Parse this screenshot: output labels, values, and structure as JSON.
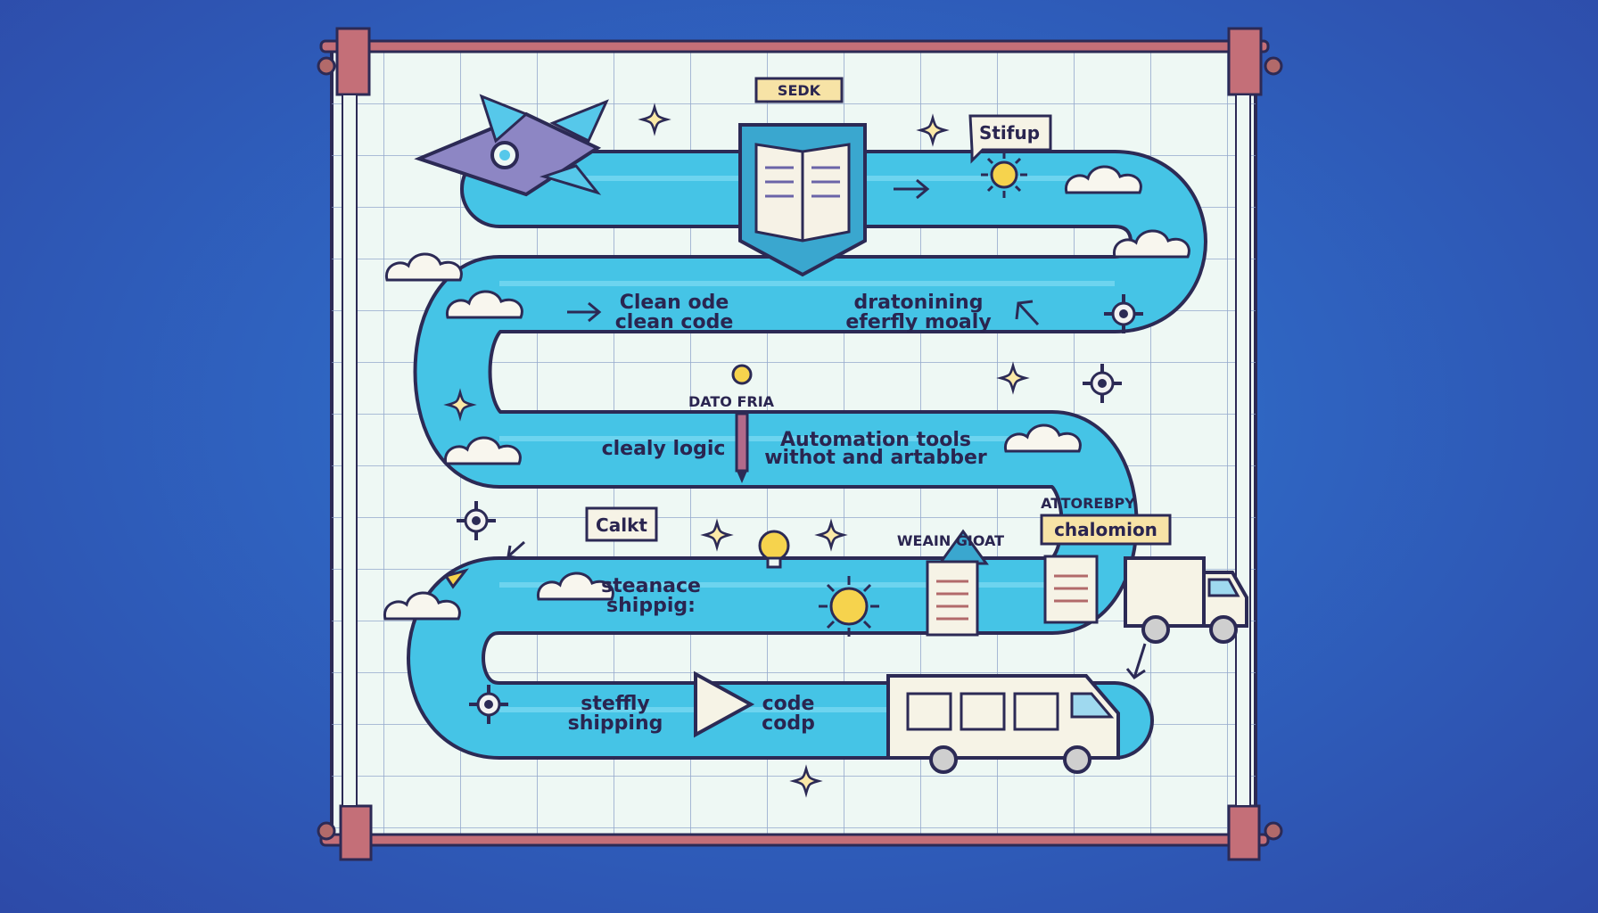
{
  "banner": {
    "top_tag": "SEDK",
    "startup_bubble": "Stifup",
    "track_labels": {
      "clean_code": [
        "Clean ode",
        "clean code"
      ],
      "drationing": [
        "dratonining",
        "eferfly moaly"
      ],
      "data_tag": "DATO FRIA",
      "clearly_logic": "clealy logic",
      "automation": [
        "Automation tools",
        "withot and artabber"
      ],
      "calkt": "Calkt",
      "attorebpy": "ATTOREBPY",
      "chalomon": "chalomion",
      "weain_gioat": "WEAIN  GIOAT",
      "steamace": [
        "steanace",
        "shippig:"
      ],
      "steffly": [
        "steffly",
        "shipping"
      ],
      "code": [
        "code",
        "codp"
      ]
    }
  },
  "colors": {
    "background": "#2f63c0",
    "track": "#45c4e6",
    "track_edge": "#2c2a55",
    "paper": "#eef8f4",
    "frame": "#b26a6a",
    "accent_yellow": "#f3d27a"
  },
  "icons": [
    "rocket-icon",
    "book-icon",
    "sun-icon",
    "cloud-icon",
    "gear-icon",
    "lightbulb-icon",
    "play-icon",
    "truck-icon",
    "van-icon",
    "sparkle-icon",
    "pen-icon",
    "document-icon",
    "pin-icon"
  ]
}
